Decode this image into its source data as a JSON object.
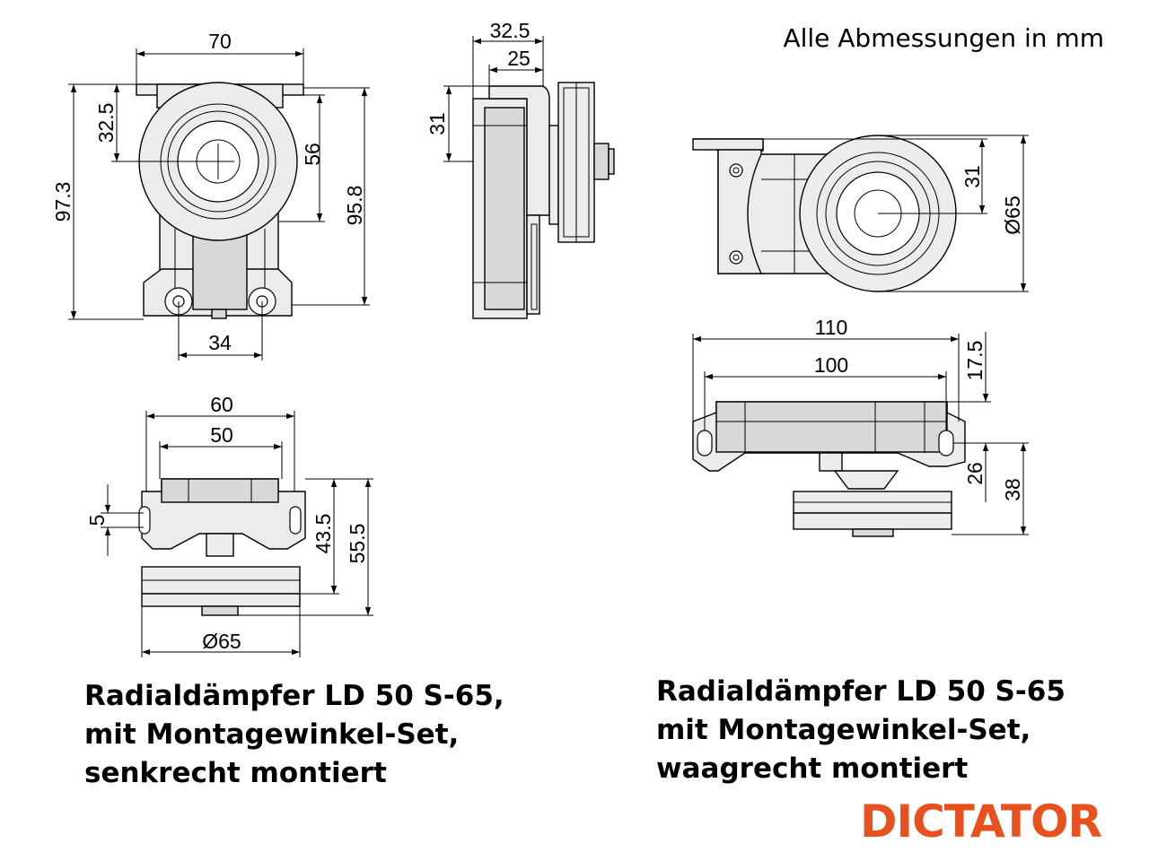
{
  "note": "Alle Abmessungen in mm",
  "captions": {
    "vertical": [
      "Radialdämpfer LD 50 S-65,",
      "mit Montagewinkel-Set,",
      "senkrecht montiert"
    ],
    "horizontal": [
      "Radialdämpfer LD 50 S-65",
      "mit Montagewinkel-Set,",
      "waagrecht montiert"
    ]
  },
  "logo": "DICTATOR",
  "colors": {
    "logo": "#e8501e",
    "line": "#000000",
    "part_fill": "#ececec"
  },
  "dimensions": {
    "front_view": {
      "width_top": "70",
      "height_total": "97.3",
      "center_offset": "32.5",
      "height_56": "56",
      "height_95_8": "95.8",
      "hole_spacing": "34"
    },
    "side_view": {
      "width_32_5": "32.5",
      "width_25": "25",
      "height_31": "31"
    },
    "bottom_view_vertical": {
      "width_60": "60",
      "width_50": "50",
      "slot_5": "5",
      "height_43_5": "43.5",
      "height_55_5": "55.5",
      "diameter": "Ø65"
    },
    "top_view_horizontal": {
      "center_31": "31",
      "diameter": "Ø65"
    },
    "side_view_horizontal": {
      "width_110": "110",
      "width_100": "100",
      "height_17_5": "17.5",
      "height_26": "26",
      "height_38": "38"
    }
  }
}
